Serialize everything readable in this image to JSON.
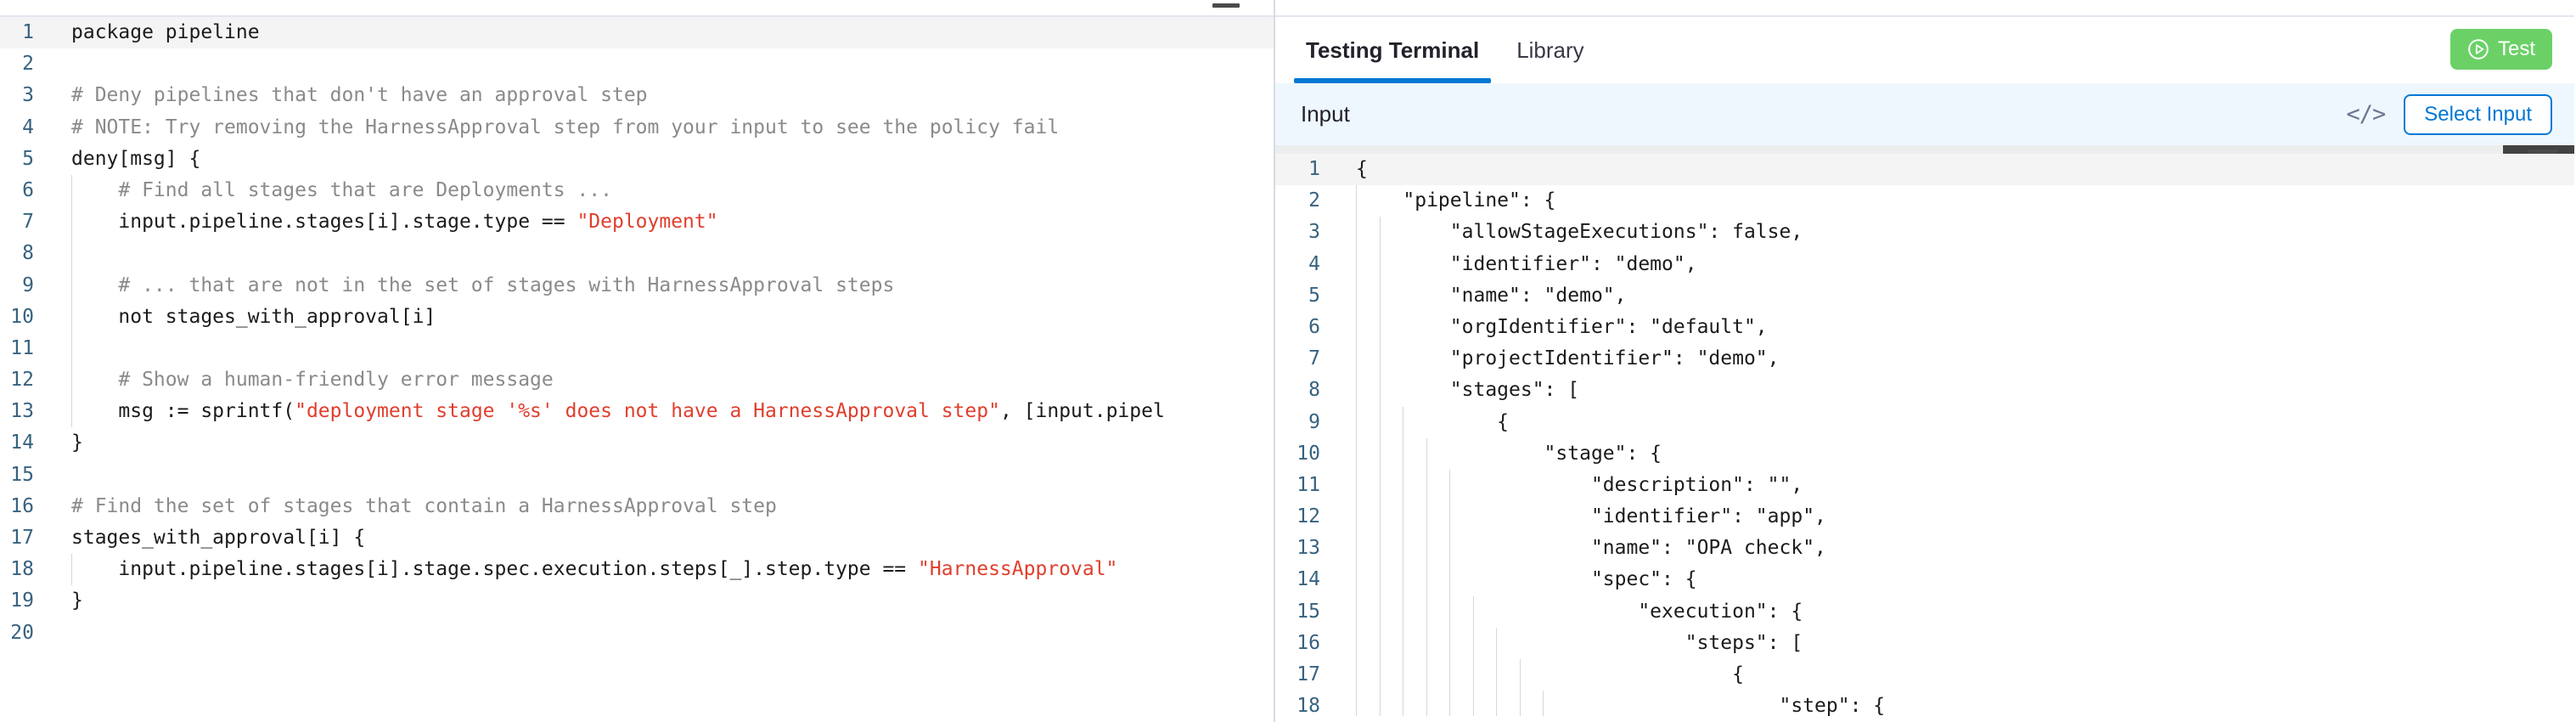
{
  "editor": {
    "language": "rego",
    "minimize_icon": "minimize-icon",
    "active_line": 1,
    "lines": [
      {
        "n": "1",
        "indent": 0,
        "segs": [
          {
            "t": "package pipeline",
            "c": "plain"
          }
        ]
      },
      {
        "n": "2",
        "indent": 0,
        "segs": []
      },
      {
        "n": "3",
        "indent": 0,
        "segs": [
          {
            "t": "# Deny pipelines that don't have an approval step",
            "c": "cmt"
          }
        ]
      },
      {
        "n": "4",
        "indent": 0,
        "segs": [
          {
            "t": "# NOTE: Try removing the HarnessApproval step from your input to see the policy fail",
            "c": "cmt"
          }
        ]
      },
      {
        "n": "5",
        "indent": 0,
        "segs": [
          {
            "t": "deny[msg] {",
            "c": "plain"
          }
        ]
      },
      {
        "n": "6",
        "indent": 1,
        "segs": [
          {
            "t": "    # Find all stages that are Deployments ...",
            "c": "cmt"
          }
        ]
      },
      {
        "n": "7",
        "indent": 1,
        "segs": [
          {
            "t": "    input.pipeline.stages[i].stage.type == ",
            "c": "plain"
          },
          {
            "t": "\"Deployment\"",
            "c": "str"
          }
        ]
      },
      {
        "n": "8",
        "indent": 1,
        "segs": []
      },
      {
        "n": "9",
        "indent": 1,
        "segs": [
          {
            "t": "    # ... that are not in the set of stages with HarnessApproval steps",
            "c": "cmt"
          }
        ]
      },
      {
        "n": "10",
        "indent": 1,
        "segs": [
          {
            "t": "    not stages_with_approval[i]",
            "c": "plain"
          }
        ]
      },
      {
        "n": "11",
        "indent": 1,
        "segs": []
      },
      {
        "n": "12",
        "indent": 1,
        "segs": [
          {
            "t": "    # Show a human-friendly error message",
            "c": "cmt"
          }
        ]
      },
      {
        "n": "13",
        "indent": 1,
        "segs": [
          {
            "t": "    msg := sprintf(",
            "c": "plain"
          },
          {
            "t": "\"deployment stage '%s' does not have a HarnessApproval step\"",
            "c": "str"
          },
          {
            "t": ", [input.pipel",
            "c": "plain"
          }
        ]
      },
      {
        "n": "14",
        "indent": 0,
        "segs": [
          {
            "t": "}",
            "c": "plain"
          }
        ]
      },
      {
        "n": "15",
        "indent": 0,
        "segs": []
      },
      {
        "n": "16",
        "indent": 0,
        "segs": [
          {
            "t": "# Find the set of stages that contain a HarnessApproval step",
            "c": "cmt"
          }
        ]
      },
      {
        "n": "17",
        "indent": 0,
        "segs": [
          {
            "t": "stages_with_approval[i] {",
            "c": "plain"
          }
        ]
      },
      {
        "n": "18",
        "indent": 1,
        "segs": [
          {
            "t": "    input.pipeline.stages[i].stage.spec.execution.steps[_].step.type == ",
            "c": "plain"
          },
          {
            "t": "\"HarnessApproval\"",
            "c": "str"
          }
        ]
      },
      {
        "n": "19",
        "indent": 0,
        "segs": [
          {
            "t": "}",
            "c": "plain"
          }
        ]
      },
      {
        "n": "20",
        "indent": 0,
        "segs": []
      }
    ]
  },
  "right_panel": {
    "tabs": [
      {
        "label": "Testing Terminal",
        "active": true
      },
      {
        "label": "Library",
        "active": false
      }
    ],
    "test_button": {
      "label": "Test",
      "icon": "play-circle-icon",
      "color": "#6bd167"
    },
    "input_bar": {
      "label": "Input",
      "code_icon": "</>",
      "select_input_label": "Select Input",
      "accent": "#0278d5",
      "background": "#eef7fd"
    },
    "minimize_icon": "minimize-icon",
    "scrollbar": {
      "orientation": "horizontal",
      "thumb_color": "#434343"
    },
    "json_active_line": 1,
    "json_lines": [
      {
        "n": "1",
        "guides": 0,
        "text": "{"
      },
      {
        "n": "2",
        "guides": 1,
        "text": "    \"pipeline\": {"
      },
      {
        "n": "3",
        "guides": 2,
        "text": "        \"allowStageExecutions\": false,"
      },
      {
        "n": "4",
        "guides": 2,
        "text": "        \"identifier\": \"demo\","
      },
      {
        "n": "5",
        "guides": 2,
        "text": "        \"name\": \"demo\","
      },
      {
        "n": "6",
        "guides": 2,
        "text": "        \"orgIdentifier\": \"default\","
      },
      {
        "n": "7",
        "guides": 2,
        "text": "        \"projectIdentifier\": \"demo\","
      },
      {
        "n": "8",
        "guides": 2,
        "text": "        \"stages\": ["
      },
      {
        "n": "9",
        "guides": 3,
        "text": "            {"
      },
      {
        "n": "10",
        "guides": 4,
        "text": "                \"stage\": {"
      },
      {
        "n": "11",
        "guides": 5,
        "text": "                    \"description\": \"\","
      },
      {
        "n": "12",
        "guides": 5,
        "text": "                    \"identifier\": \"app\","
      },
      {
        "n": "13",
        "guides": 5,
        "text": "                    \"name\": \"OPA check\","
      },
      {
        "n": "14",
        "guides": 5,
        "text": "                    \"spec\": {"
      },
      {
        "n": "15",
        "guides": 6,
        "text": "                        \"execution\": {"
      },
      {
        "n": "16",
        "guides": 7,
        "text": "                            \"steps\": ["
      },
      {
        "n": "17",
        "guides": 8,
        "text": "                                {"
      },
      {
        "n": "18",
        "guides": 9,
        "text": "                                    \"step\": {"
      }
    ]
  }
}
